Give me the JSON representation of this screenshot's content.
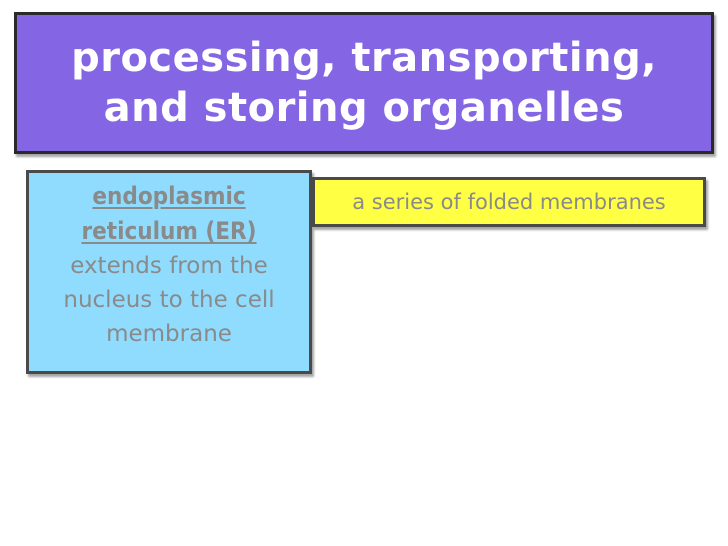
{
  "slide": {
    "title": "processing, transporting, and storing organelles",
    "term_card": {
      "term": "endoplasmic reticulum (ER)",
      "description": "extends from the nucleus to the cell membrane"
    },
    "definition_card": {
      "text": "a series of folded membranes"
    }
  },
  "colors": {
    "title_background": "#8466e4",
    "term_card_background": "#8fdcff",
    "definition_card_background": "#ffff44",
    "card_text": "#8a8a8a",
    "title_text": "#ffffff"
  }
}
